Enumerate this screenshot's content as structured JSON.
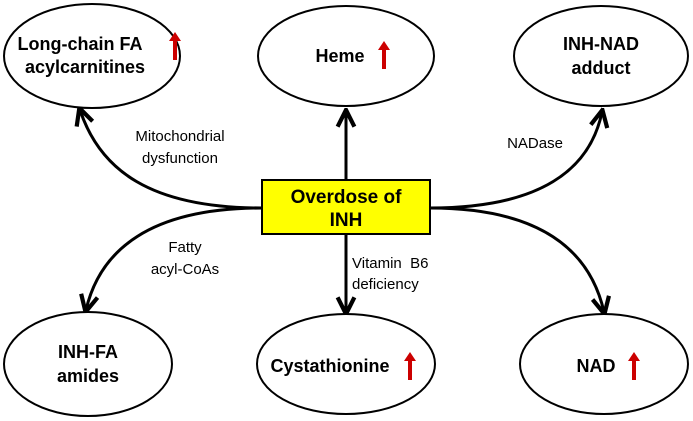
{
  "center": {
    "line1": "Overdose of",
    "line2": "INH"
  },
  "nodes": {
    "fa_acylcarnitines": {
      "line1": "Long-chain FA",
      "line2": "acylcarnitines",
      "trend": "up"
    },
    "heme": {
      "line1": "Heme",
      "trend": "up"
    },
    "inh_nad": {
      "line1": "INH-NAD",
      "line2": "adduct"
    },
    "inh_fa": {
      "line1": "INH-FA",
      "line2": "amides"
    },
    "cystathionine": {
      "line1": "Cystathionine",
      "trend": "up"
    },
    "nad": {
      "line1": "NAD",
      "trend": "up"
    }
  },
  "edges": {
    "mito": {
      "line1": "Mitochondrial",
      "line2": "dysfunction"
    },
    "nadase": {
      "line1": "NADase"
    },
    "fatty": {
      "line1": "Fatty",
      "line2": "acyl-CoAs"
    },
    "b6": {
      "line1": "Vitamin  B6",
      "line2": "deficiency"
    }
  },
  "colors": {
    "center_fill": "#ffff00",
    "arrow_up": "#cc0000",
    "stroke": "#000000"
  },
  "icons": {
    "trend_up": "up-arrow-icon"
  }
}
